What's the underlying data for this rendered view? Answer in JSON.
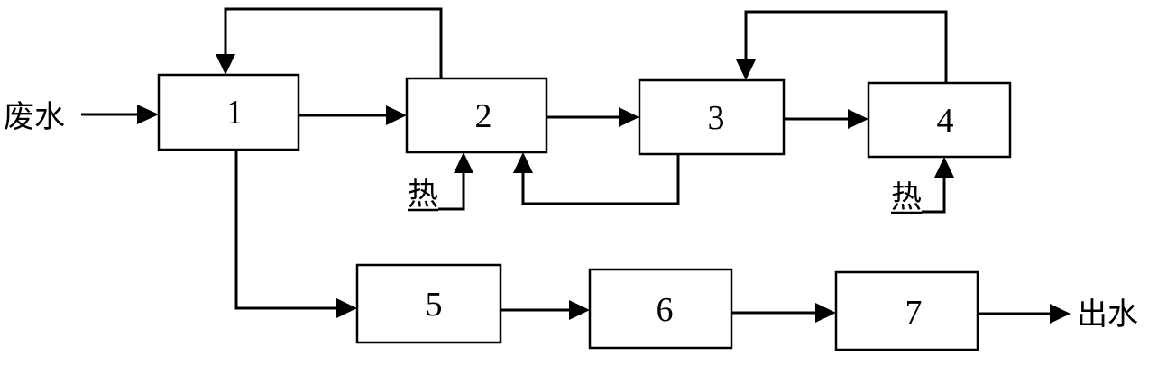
{
  "diagram": {
    "input_label": "废水",
    "output_label": "出水",
    "heat_label_1": "热",
    "heat_label_2": "热",
    "boxes": [
      {
        "id": "1",
        "label": "1"
      },
      {
        "id": "2",
        "label": "2"
      },
      {
        "id": "3",
        "label": "3"
      },
      {
        "id": "4",
        "label": "4"
      },
      {
        "id": "5",
        "label": "5"
      },
      {
        "id": "6",
        "label": "6"
      },
      {
        "id": "7",
        "label": "7"
      }
    ],
    "colors": {
      "stroke": "#000000",
      "background": "#ffffff"
    }
  }
}
